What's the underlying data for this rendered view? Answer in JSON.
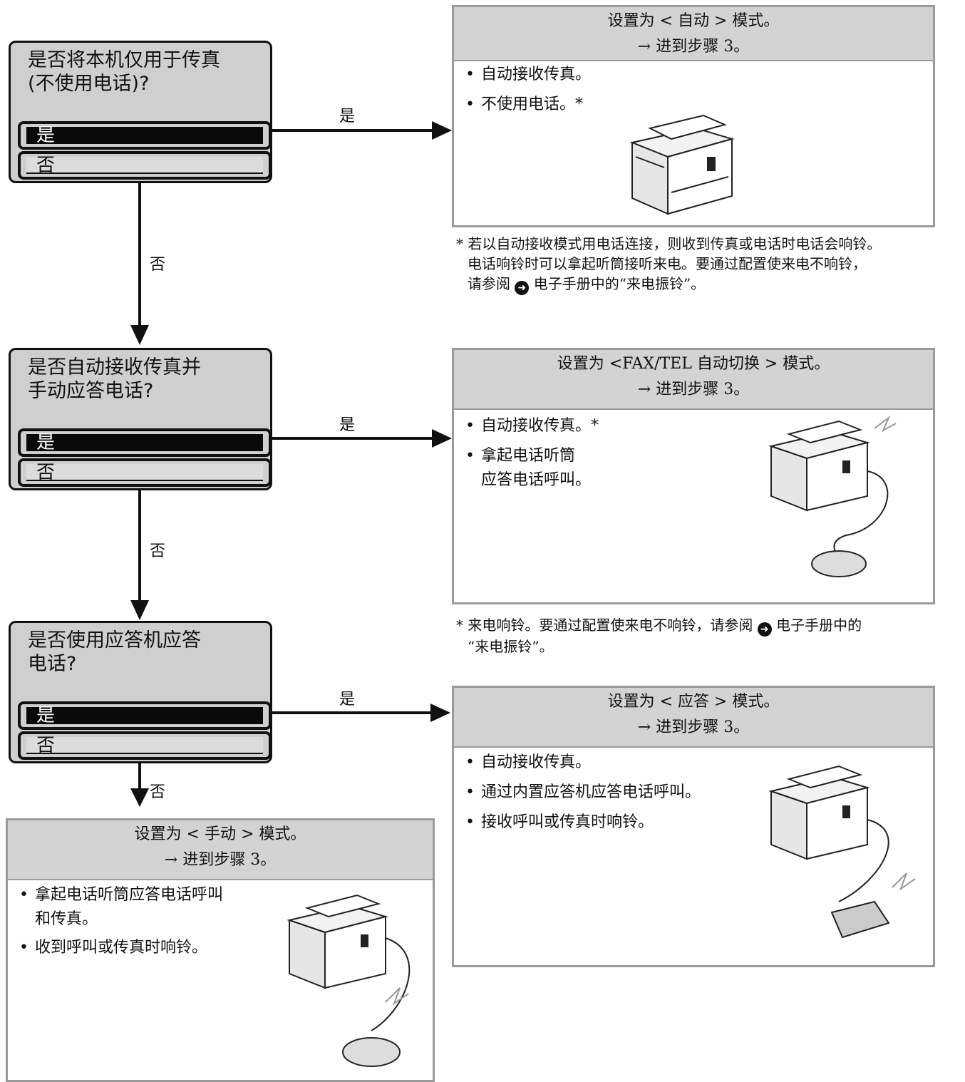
{
  "panels": [
    {
      "question_lines": [
        "是否将本机仅用于传真",
        "(不使用电话)?"
      ],
      "yes": "是",
      "no": "否"
    },
    {
      "question_lines": [
        "是否自动接收传真并",
        "手动应答电话?"
      ],
      "yes": "是",
      "no": "否"
    },
    {
      "question_lines": [
        "是否使用应答机应答",
        "电话?"
      ],
      "yes": "是",
      "no": "否"
    }
  ],
  "edge_labels": {
    "yes": "是",
    "no": "否"
  },
  "results": [
    {
      "header": [
        "设置为 < 自动 > 模式。",
        "→ 进到步骤 3。"
      ],
      "bullets": [
        "自动接收传真。",
        "不使用电话。*"
      ],
      "illustration": "printer-icon"
    },
    {
      "header": [
        "设置为 <FAX/TEL 自动切换 > 模式。",
        "→ 进到步骤 3。"
      ],
      "bullets": [
        "自动接收传真。*",
        "拿起电话听筒\n应答电话呼叫。"
      ],
      "illustration": "printer-with-phone-icon"
    },
    {
      "header": [
        "设置为 < 应答 > 模式。",
        "→ 进到步骤 3。"
      ],
      "bullets": [
        "自动接收传真。",
        "通过内置应答机应答电话呼叫。",
        "接收呼叫或传真时响铃。"
      ],
      "illustration": "printer-with-answering-machine-icon"
    },
    {
      "header": [
        "设置为 < 手动 > 模式。",
        "→ 进到步骤 3。"
      ],
      "bullets": [
        "拿起电话听筒应答电话呼叫\n和传真。",
        "收到呼叫或传真时响铃。"
      ],
      "illustration": "printer-with-phone-icon"
    }
  ],
  "notes": {
    "note1": [
      "* 若以自动接收模式用电话连接，则收到传真或电话时电话会响铃。",
      "电话响铃时可以拿起听筒接听来电。要通过配置使来电不响铃，",
      "请参阅",
      "电子手册中的“来电振铃”。"
    ],
    "note2": [
      "* 来电响铃。要通过配置使来电不响铃，请参阅",
      "电子手册中的",
      "“来电振铃”。"
    ]
  }
}
